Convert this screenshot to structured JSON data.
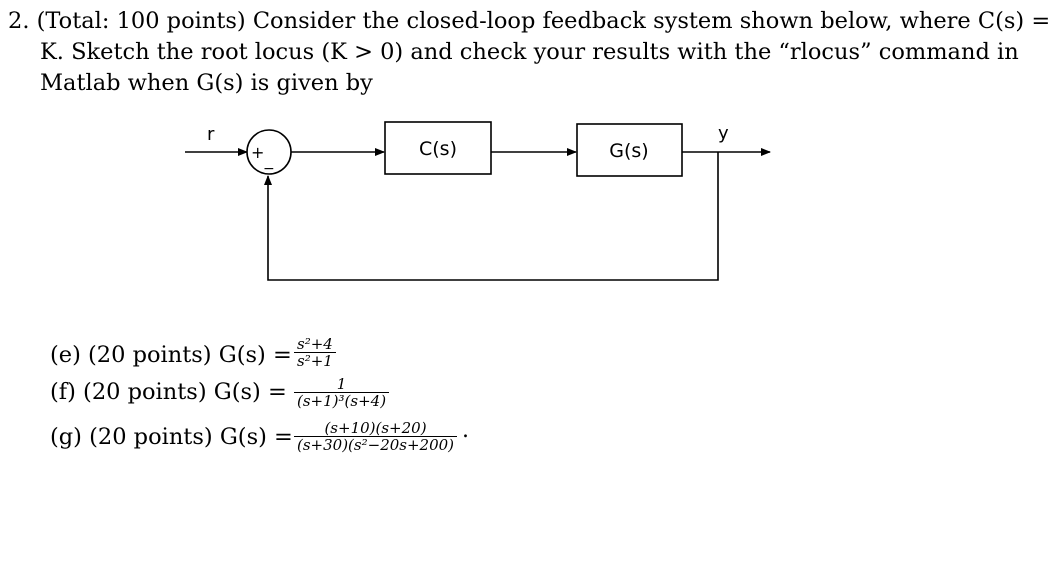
{
  "problem": {
    "line1": "2. (Total: 100 points) Consider the closed-loop feedback system shown below, where C(s) =",
    "line2": "K. Sketch the root locus (K > 0) and check your results with the “rlocus” command in",
    "line3": "Matlab when G(s) is given by"
  },
  "diagram": {
    "input_label": "r",
    "output_label": "y",
    "sum_plus": "+",
    "sum_minus": "−",
    "controller_label": "C(s)",
    "plant_label": "G(s)"
  },
  "parts": [
    {
      "label": "(e)  (20 points) G(s) =",
      "numerator": "s²+4",
      "denominator": "s²+1"
    },
    {
      "label": "(f)  (20 points) G(s) =",
      "numerator": "1",
      "denominator": "(s+1)³(s+4)"
    },
    {
      "label": "(g)  (20 points) G(s) =",
      "numerator": "(s+10)(s+20)",
      "denominator": "(s+30)(s²−20s+200)"
    }
  ]
}
